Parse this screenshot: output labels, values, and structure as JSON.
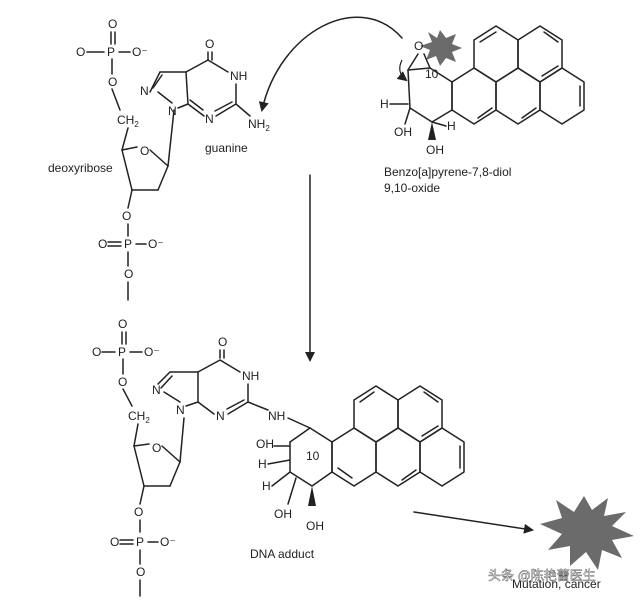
{
  "labels": {
    "deoxyribose": "deoxyribose",
    "guanine": "guanine",
    "bpde_line1": "Benzo[a]pyrene-7,8-diol",
    "bpde_line2": "9,10-oxide",
    "adduct": "DNA adduct",
    "outcome": "Mutation, cancer",
    "watermark": "头条 @陈艳蕾医生"
  },
  "atoms": {
    "O": "O",
    "Ominus": "O⁻",
    "P": "P",
    "N": "N",
    "NH": "NH",
    "H": "H",
    "OH": "OH",
    "CH": "CH",
    "two": "2",
    "ten": "10"
  },
  "colors": {
    "ink": "#222222",
    "burst": "#6b6b6b"
  }
}
